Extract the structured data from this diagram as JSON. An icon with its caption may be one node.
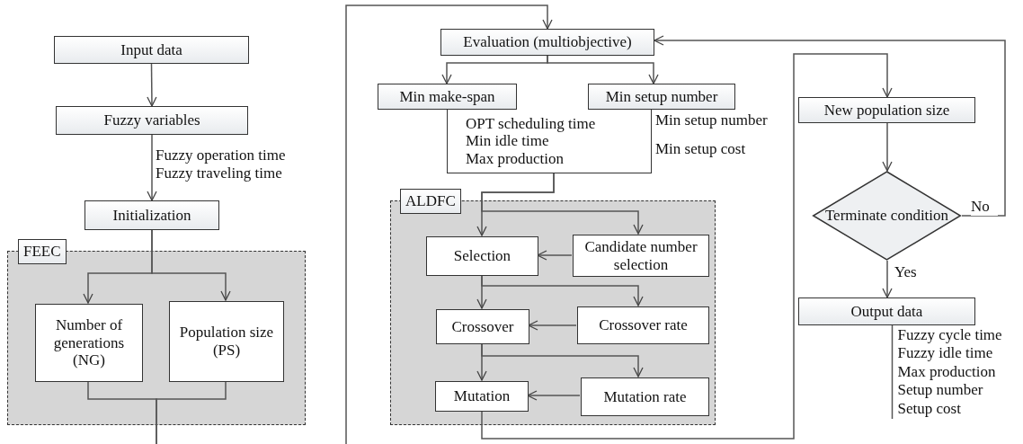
{
  "diagram": {
    "nodes": [
      {
        "text": [
          "Input data"
        ]
      },
      {
        "text": [
          "Fuzzy variables"
        ]
      },
      {
        "text": [
          "Initialization"
        ]
      },
      {
        "text": [
          "FEEC"
        ]
      },
      {
        "text": [
          "Number of generations (NG)"
        ],
        "in": 3
      },
      {
        "text": [
          "Population size (PS)"
        ],
        "in": 3
      },
      {
        "text": [
          "Evaluation (multiobjective)"
        ]
      },
      {
        "text": [
          "Min make-span"
        ]
      },
      {
        "text": [
          "Min setup number"
        ]
      },
      {
        "text": [
          "OPT scheduling time",
          "Min idle time",
          "Max production"
        ]
      },
      {
        "text": [
          "ALDFC"
        ]
      },
      {
        "text": [
          "Selection"
        ],
        "in": 10
      },
      {
        "text": [
          "Candidate number selection"
        ],
        "in": 10
      },
      {
        "text": [
          "Crossover"
        ],
        "in": 10
      },
      {
        "text": [
          "Crossover rate"
        ],
        "in": 10
      },
      {
        "text": [
          "Mutation"
        ],
        "in": 10
      },
      {
        "text": [
          "Mutation rate"
        ],
        "in": 10
      },
      {
        "text": [
          "New population size"
        ]
      },
      {
        "text": [
          "Terminate condition"
        ]
      },
      {
        "text": [
          "Output data"
        ],
        "beside": [
          "Fuzzy cycle time",
          "Fuzzy idle time",
          "Max production",
          "Setup number",
          "Setup cost"
        ]
      }
    ],
    "edges": [
      {
        "from": 0,
        "to": 1,
        "arrow": "to"
      },
      {
        "from": 1,
        "to": 2,
        "arrow": "to",
        "label": "Fuzzy operation time Fuzzy traveling time"
      },
      {
        "from": 2,
        "to": 4,
        "arrow": "to"
      },
      {
        "from": 2,
        "to": 5,
        "arrow": "to"
      },
      {
        "from": 4,
        "to": null,
        "arrow": "none"
      },
      {
        "from": 5,
        "to": null,
        "arrow": "none"
      },
      {
        "from": null,
        "to": 6,
        "arrow": "to"
      },
      {
        "from": 6,
        "to": 7,
        "arrow": "to"
      },
      {
        "from": 6,
        "to": 8,
        "arrow": "to"
      },
      {
        "from": 9,
        "to": 11,
        "arrow": "to"
      },
      {
        "from": 9,
        "to": 12,
        "arrow": "to"
      },
      {
        "from": 12,
        "to": 11,
        "arrow": "to"
      },
      {
        "from": 11,
        "to": 13,
        "arrow": "to"
      },
      {
        "from": 11,
        "to": 14,
        "arrow": "to"
      },
      {
        "from": 14,
        "to": 13,
        "arrow": "to"
      },
      {
        "from": 13,
        "to": 15,
        "arrow": "to"
      },
      {
        "from": 13,
        "to": 16,
        "arrow": "to"
      },
      {
        "from": 16,
        "to": 15,
        "arrow": "to"
      },
      {
        "from": 15,
        "to": 17,
        "arrow": "to"
      },
      {
        "from": 17,
        "to": 18,
        "arrow": "to"
      },
      {
        "from": 18,
        "to": 19,
        "arrow": "to",
        "label": "Yes"
      },
      {
        "from": 18,
        "to": 6,
        "arrow": "to",
        "label": "No"
      }
    ],
    "labels": [
      "Min setup number",
      "Min setup cost"
    ]
  }
}
